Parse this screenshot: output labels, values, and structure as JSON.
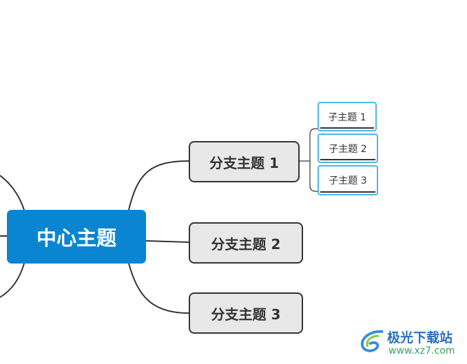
{
  "central_topic": "中心主题",
  "branches": [
    {
      "label": "分支主题 1",
      "subtopics": [
        "子主题 1",
        "子主题 2",
        "子主题 3"
      ]
    },
    {
      "label": "分支主题 2"
    },
    {
      "label": "分支主题 3"
    }
  ],
  "watermark": {
    "name": "极光下载站",
    "url": "www.xz7.com"
  },
  "colors": {
    "central": "#0a85d1",
    "branch_fill": "#e8e8e8",
    "sub_border": "#4bb8e8"
  }
}
